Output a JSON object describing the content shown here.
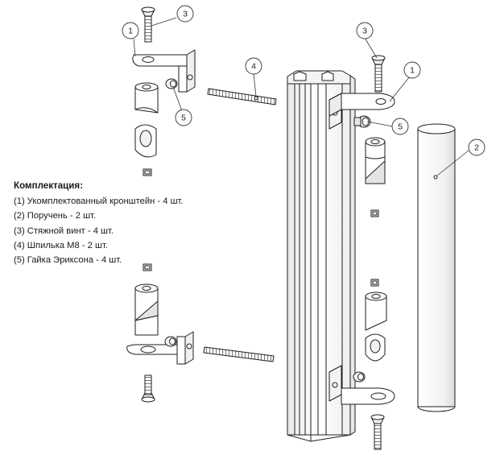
{
  "spec": {
    "title": "Комплектация:",
    "items": [
      "(1) Укомплектованный кронштейн - 4 шт.",
      "(2) Поручень - 2 шт.",
      "(3) Стяжной винт - 4 шт.",
      "(4) Шпилька М8 - 2 шт.",
      "(5) Гайка Эриксона - 4 шт."
    ]
  },
  "callouts": [
    "1",
    "2",
    "3",
    "4",
    "5"
  ]
}
